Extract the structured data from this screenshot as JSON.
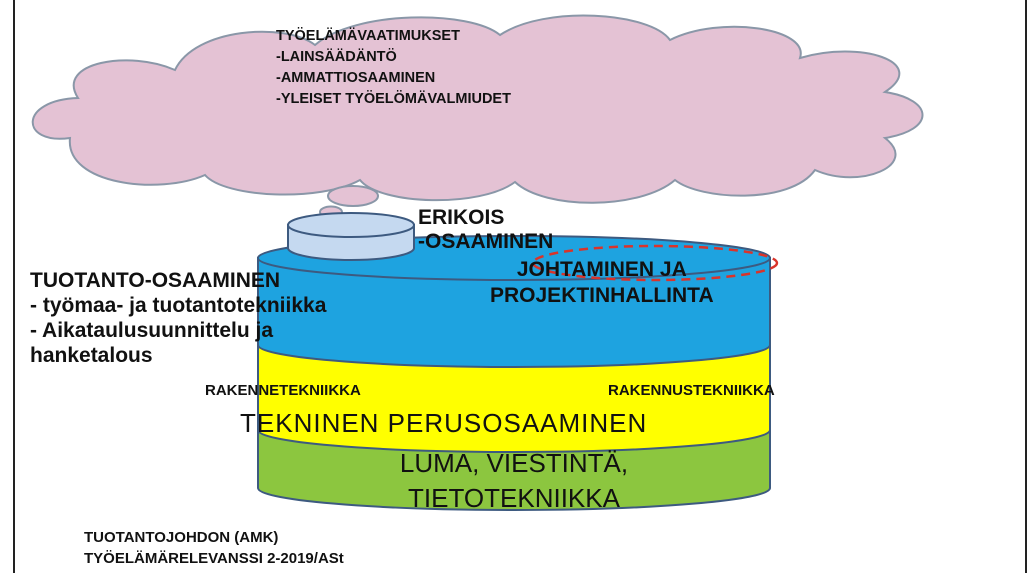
{
  "cloud": {
    "lines": [
      "TYÖELÄMÄVAATIMUKSET",
      "-LAINSÄÄDÄNTÖ",
      "-AMMATTIOSAAMINEN",
      "-YLEISET TYÖELÖMÄVALMIUDET"
    ]
  },
  "top_cylinder": {
    "line1": "ERIKOIS",
    "line2": "-OSAAMINEN"
  },
  "production": {
    "title": "TUOTANTO-OSAAMINEN",
    "item1": "- työmaa- ja tuotantotekniikka",
    "item2": "- Aikataulusuunnittelu ja",
    "item3": "hanketalous"
  },
  "leadership": {
    "line1": "JOHTAMINEN JA",
    "line2": "PROJEKTINHALLINTA"
  },
  "yellow_layer": {
    "left_label": "RAKENNETEKNIIKKA",
    "right_label": "RAKENNUSTEKNIIKKA",
    "main_label": "TEKNINEN PERUSOSAAMINEN"
  },
  "green_layer": {
    "line1": "LUMA, VIESTINTÄ,",
    "line2": "TIETOTEKNIIKKA"
  },
  "footer": {
    "line1": "TUOTANTOJOHDON (AMK)",
    "line2": "TYÖELÄMÄRELEVANSSI 2-2019/ASt"
  },
  "colors": {
    "cloud_fill": "#e4c2d4",
    "cloud_stroke": "#8a97a8",
    "blue_layer": "#1ea3e0",
    "yellow_layer": "#ffff00",
    "green_layer": "#8cc63f",
    "top_cylinder": "#c5d9f0",
    "stroke": "#3d5a80",
    "dashed_ellipse": "#d9342b"
  }
}
